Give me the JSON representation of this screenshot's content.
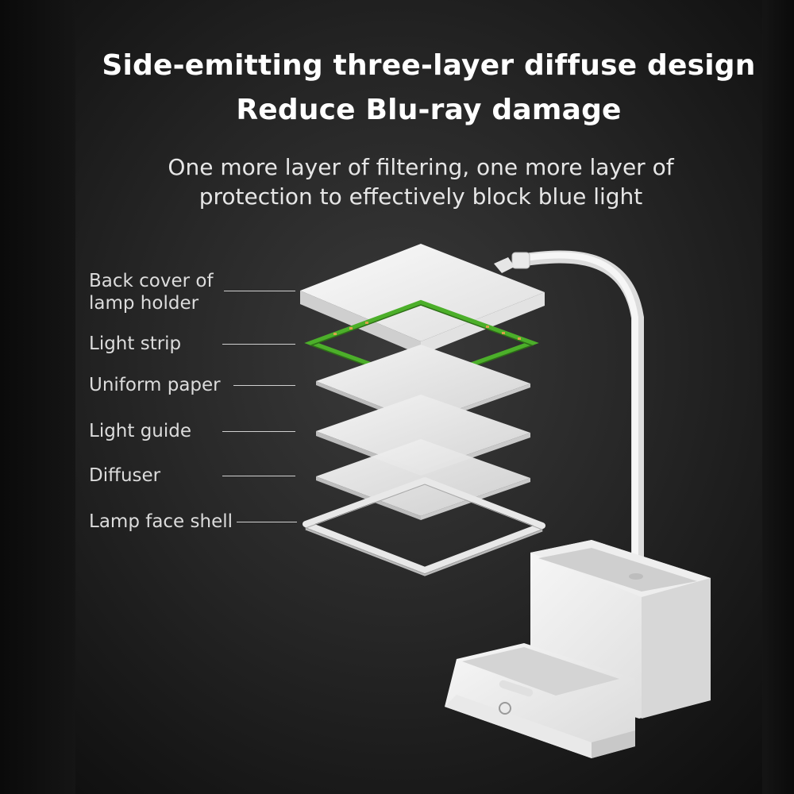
{
  "headline": {
    "line1": "Side-emitting three-layer diffuse design",
    "line2": "Reduce Blu-ray damage"
  },
  "subheadline": {
    "line1": "One more layer of filtering, one more layer of",
    "line2": "protection to effectively block blue light"
  },
  "layers": [
    {
      "line1": "Back cover of",
      "line2": "lamp holder"
    },
    {
      "line1": "Light strip"
    },
    {
      "line1": "Uniform paper"
    },
    {
      "line1": "Light guide"
    },
    {
      "line1": "Diffuser"
    },
    {
      "line1": "Lamp face shell"
    }
  ],
  "colors": {
    "background": "#262626",
    "text": "#ffffff",
    "light_strip": "#4caf2a",
    "panel": "#f2f2f2"
  }
}
